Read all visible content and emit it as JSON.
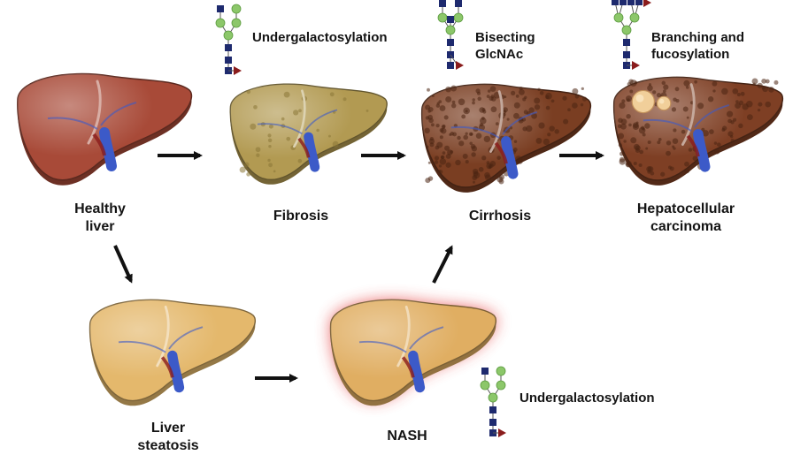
{
  "colors": {
    "healthy": "#a84a38",
    "fibrosis": "#b29a52",
    "cirrhosis": "#7a3e22",
    "hcc": "#7e3f24",
    "fatty": "#e4b86c",
    "nash": "#e0ae62",
    "nash_glow": "#e43a3a",
    "glcnac": "#1e2a6e",
    "mannose": "#8cc76a",
    "fucose": "#8a1c1c",
    "vessel": "#3c5ac8",
    "arrow": "#111111"
  },
  "stages": {
    "healthy": {
      "label": [
        "Healthy",
        "liver"
      ],
      "icon": "healthy-liver-icon"
    },
    "fibrosis": {
      "label": [
        "Fibrosis"
      ],
      "icon": "fibrotic-liver-icon"
    },
    "cirrhosis": {
      "label": [
        "Cirrhosis"
      ],
      "icon": "cirrhotic-liver-icon"
    },
    "hcc": {
      "label": [
        "Hepatocellular",
        "carcinoma"
      ],
      "icon": "hcc-liver-icon"
    },
    "fatty": {
      "label": [
        "Liver",
        "steatosis"
      ],
      "icon": "fatty-liver-icon"
    },
    "nash": {
      "label": [
        "NASH"
      ],
      "icon": "nash-liver-icon"
    }
  },
  "glycans": {
    "fibrosis": {
      "label": [
        "Undergalactosylation"
      ],
      "icon": "glycan-undergalactosylated-icon"
    },
    "cirrhosis": {
      "label": [
        "Bisecting",
        "GlcNAc"
      ],
      "icon": "glycan-bisecting-glcnac-icon"
    },
    "hcc": {
      "label": [
        "Branching and",
        "fucosylation"
      ],
      "icon": "glycan-branched-fucosylated-icon"
    },
    "nash": {
      "label": [
        "Undergalactosylation"
      ],
      "icon": "glycan-undergalactosylated-icon"
    }
  },
  "transitions": [
    {
      "from": "healthy",
      "to": "fibrosis"
    },
    {
      "from": "fibrosis",
      "to": "cirrhosis"
    },
    {
      "from": "cirrhosis",
      "to": "hcc"
    },
    {
      "from": "healthy",
      "to": "fatty"
    },
    {
      "from": "fatty",
      "to": "nash"
    },
    {
      "from": "nash",
      "to": "cirrhosis"
    }
  ]
}
